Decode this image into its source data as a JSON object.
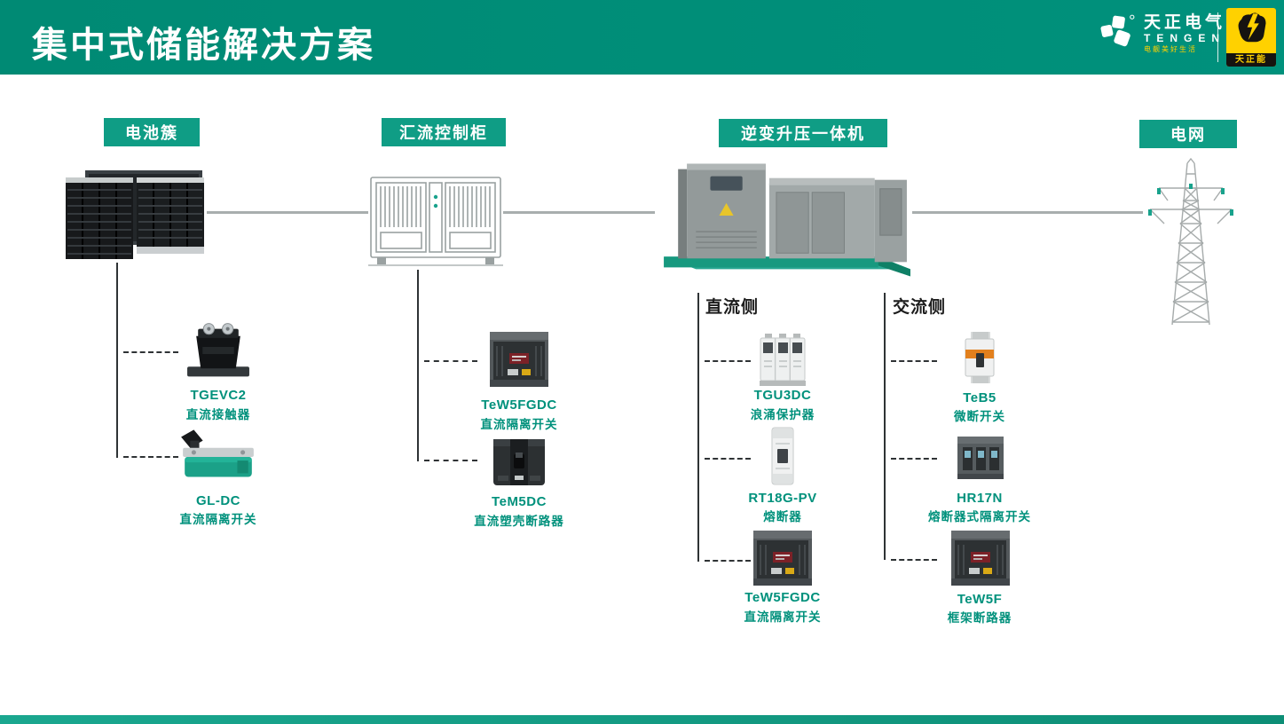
{
  "colors": {
    "accent_teal": "#00917C",
    "stage_teal": "#0F9D85",
    "badge_yellow": "#FFD100",
    "line_gray": "#A8AEAE",
    "bus_black": "#2F3335"
  },
  "header": {
    "title": "集中式储能解决方案",
    "brand": {
      "name_cn": "天正电气",
      "name_en": "TENGEN",
      "tagline": "电靓美好生活",
      "badge": "天正能"
    }
  },
  "icons": {
    "logo_mark": "tengen-logo-mark-icon",
    "badge_icon": "fist-lightning-icon"
  },
  "stages": [
    {
      "label": "电池簇"
    },
    {
      "label": "汇流控制柜"
    },
    {
      "label": "逆变升压一体机"
    },
    {
      "label": "电网"
    }
  ],
  "sides": {
    "dc_label": "直流侧",
    "ac_label": "交流侧"
  },
  "components": {
    "battery": [
      {
        "model": "TGEVC2",
        "desc": "直流接触器"
      },
      {
        "model": "GL-DC",
        "desc": "直流隔离开关"
      }
    ],
    "combiner": [
      {
        "model": "TeW5FGDC",
        "desc": "直流隔离开关"
      },
      {
        "model": "TeM5DC",
        "desc": "直流塑壳断路器"
      }
    ],
    "dc_side": [
      {
        "model": "TGU3DC",
        "desc": "浪涌保护器"
      },
      {
        "model": "RT18G-PV",
        "desc": "熔断器"
      },
      {
        "model": "TeW5FGDC",
        "desc": "直流隔离开关"
      }
    ],
    "ac_side": [
      {
        "model": "TeB5",
        "desc": "微断开关"
      },
      {
        "model": "HR17N",
        "desc": "熔断器式隔离开关"
      },
      {
        "model": "TeW5F",
        "desc": "框架断路器"
      }
    ]
  }
}
